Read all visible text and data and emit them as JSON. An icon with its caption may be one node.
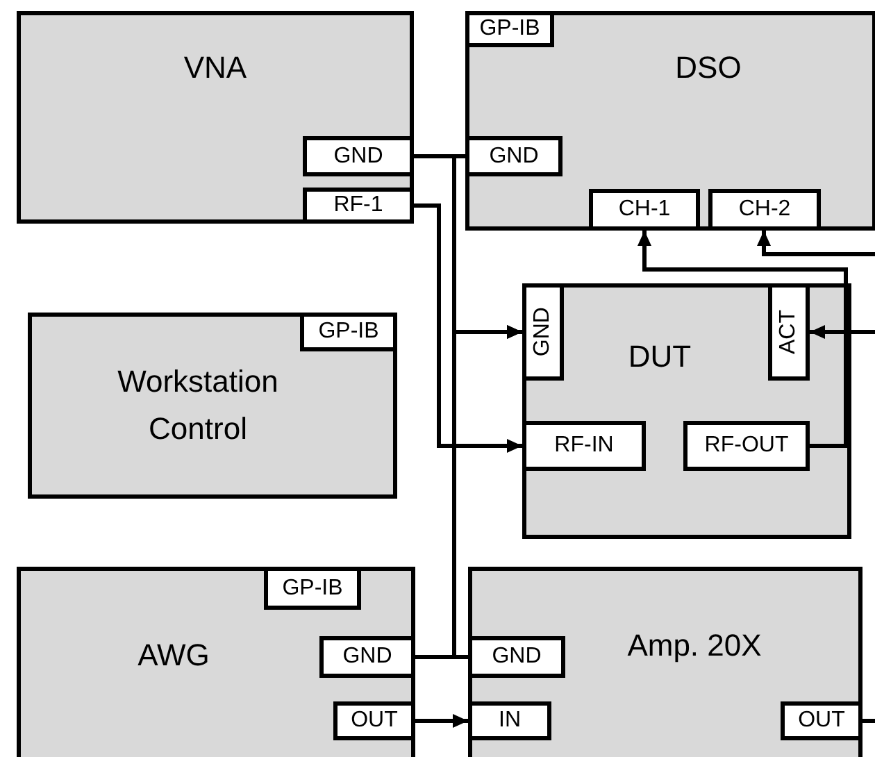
{
  "diagram": {
    "nodes": [
      {
        "text": [
          "VNA"
        ]
      },
      {
        "text": [
          "GND"
        ],
        "in": 0
      },
      {
        "text": [
          "RF-1"
        ],
        "in": 0
      },
      {
        "text": [
          "DSO"
        ]
      },
      {
        "text": [
          "GP-IB"
        ],
        "in": 3
      },
      {
        "text": [
          "GND"
        ],
        "in": 3
      },
      {
        "text": [
          "CH-1"
        ],
        "in": 3
      },
      {
        "text": [
          "CH-2"
        ],
        "in": 3
      },
      {
        "text": [
          "Workstation",
          "Control"
        ]
      },
      {
        "text": [
          "GP-IB"
        ],
        "in": 8
      },
      {
        "text": [
          "DUT"
        ]
      },
      {
        "text": [
          "GND"
        ],
        "in": 10
      },
      {
        "text": [
          "ACT"
        ],
        "in": 10
      },
      {
        "text": [
          "RF-IN"
        ],
        "in": 10
      },
      {
        "text": [
          "RF-OUT"
        ],
        "in": 10
      },
      {
        "text": [
          "AWG"
        ]
      },
      {
        "text": [
          "GP-IB"
        ],
        "in": 15
      },
      {
        "text": [
          "GND"
        ],
        "in": 15
      },
      {
        "text": [
          "OUT"
        ],
        "in": 15
      },
      {
        "text": [
          "Amp. 20X"
        ]
      },
      {
        "text": [
          "GND"
        ],
        "in": 19
      },
      {
        "text": [
          "IN"
        ],
        "in": 19
      },
      {
        "text": [
          "OUT"
        ],
        "in": 19
      }
    ],
    "edges": [
      {
        "from": 1,
        "to": 5,
        "arrow": "none"
      },
      {
        "from": 1,
        "to": 11,
        "arrow": "to"
      },
      {
        "from": 17,
        "to": 20,
        "arrow": "none"
      },
      {
        "from": 17,
        "to": 11,
        "arrow": "to"
      },
      {
        "from": 2,
        "to": 13,
        "arrow": "to"
      },
      {
        "from": 14,
        "to": 6,
        "arrow": "to"
      },
      {
        "from": null,
        "to": 7,
        "arrow": "to"
      },
      {
        "from": null,
        "to": 12,
        "arrow": "to"
      },
      {
        "from": 18,
        "to": 21,
        "arrow": "to"
      },
      {
        "from": 22,
        "to": null,
        "arrow": "none"
      }
    ]
  }
}
